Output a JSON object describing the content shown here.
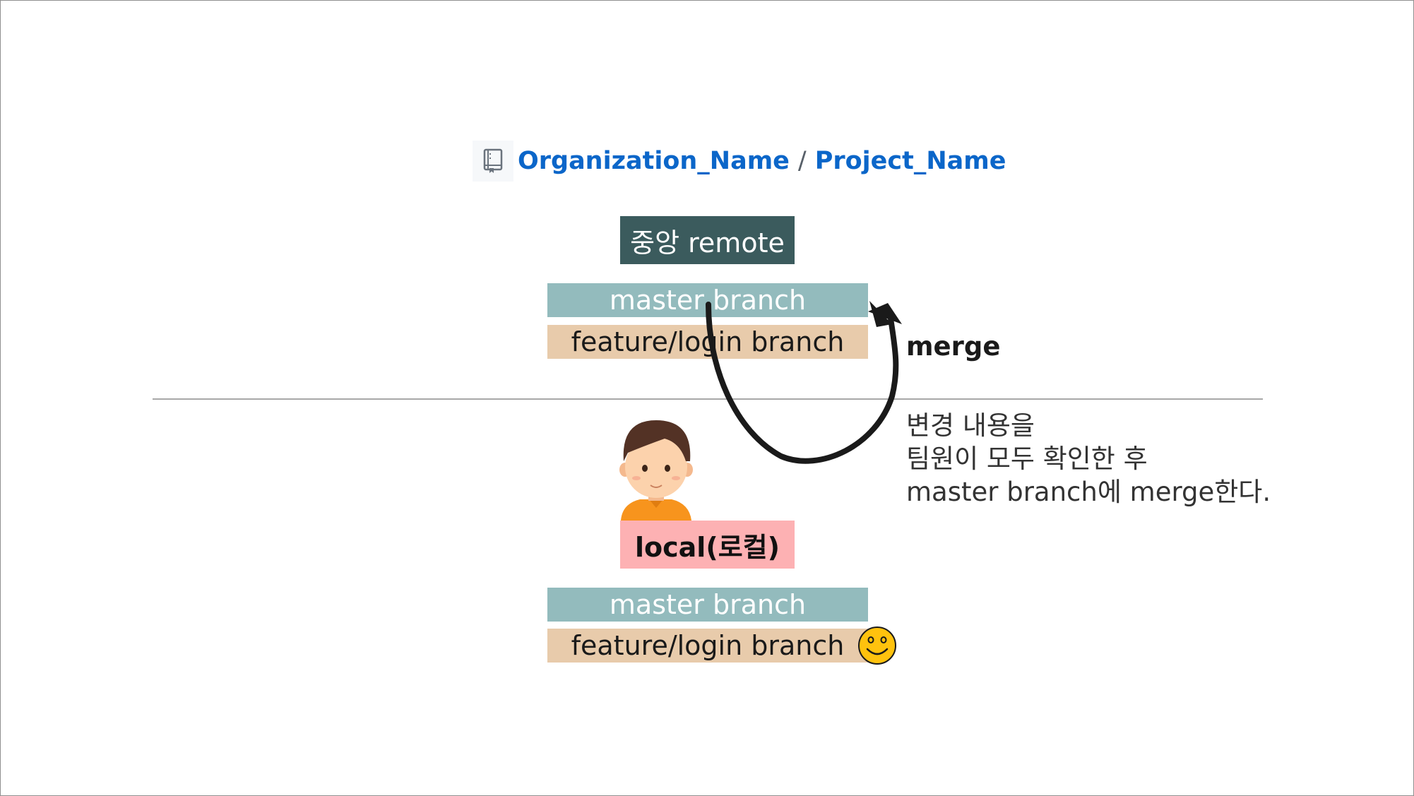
{
  "repo": {
    "organization": "Organization_Name",
    "separator": "/",
    "project": "Project_Name",
    "icon": "repo-book-icon",
    "link_color": "#0b66c9"
  },
  "remote": {
    "label": "중앙 remote",
    "master_branch": "master branch",
    "feature_branch": "feature/login branch"
  },
  "merge_label": "merge",
  "description": {
    "line1": "변경 내용을",
    "line2": "팀원이 모두 확인한 후",
    "line3": "master branch에 merge한다."
  },
  "local": {
    "label": "local(로컬)",
    "avatar": "developer-avatar-icon",
    "master_branch": "master branch",
    "feature_branch": "feature/login branch",
    "status_icon": "smiley-icon"
  },
  "colors": {
    "remote_box": "#3b5b5d",
    "master_branch": "#93bbbd",
    "feature_branch": "#e8cbab",
    "local_box": "#fdb1b3",
    "arrow": "#1a1a1a",
    "smiley": "#ffc20e"
  }
}
